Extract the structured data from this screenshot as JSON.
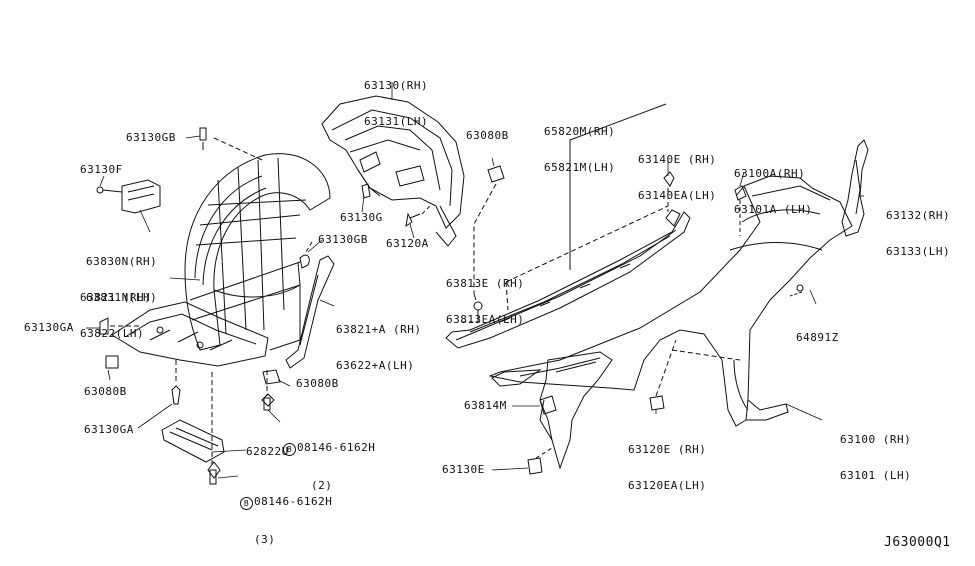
{
  "labels": {
    "l63130": [
      "63130(RH)",
      "63131(LH)"
    ],
    "l63130GB_top": "63130GB",
    "l63130F": "63130F",
    "l63830N": [
      "63830N(RH)",
      "63831N(LH)"
    ],
    "l63130GB_mid": "63130GB",
    "l63821": [
      "63821 (RH)",
      "63822(LH)"
    ],
    "l63130GA_left": "63130GA",
    "l63821A": [
      "63821+A (RH)",
      "63622+A(LH)"
    ],
    "l63080B_left": "63080B",
    "l63080B_mid": "63080B",
    "l63130GA_bot": "63130GA",
    "l08146_a": "08146-6162H",
    "l08146_a_qty": "(2)",
    "l62822U": "62822U",
    "l08146_b": "08146-6162H",
    "l08146_b_qty": "(3)",
    "l63130G": "63130G",
    "l63120A": "63120A",
    "l63080B_top": "63080B",
    "l65820M": [
      "65820M(RH)",
      "65821M(LH)"
    ],
    "l63140E": [
      "63140E (RH)",
      "63140EA(LH)"
    ],
    "l63100A": [
      "63100A(RH)",
      "63101A (LH)"
    ],
    "l63132": [
      "63132(RH)",
      "63133(LH)"
    ],
    "l63813E": [
      "63813E (RH)",
      "63813EA(LH)"
    ],
    "l64891Z": "64891Z",
    "l63814M": "63814M",
    "l63120E": [
      "63120E (RH)",
      "63120EA(LH)"
    ],
    "l63100": [
      "63100 (RH)",
      "63101 (LH)"
    ],
    "l63130E": "63130E",
    "bolt_symbol": "B",
    "diagram_code": "J63000Q1"
  }
}
